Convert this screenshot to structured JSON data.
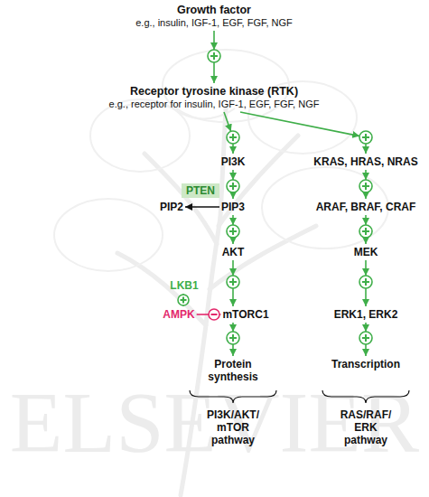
{
  "diagram": {
    "nodes": [
      {
        "text": [
          "Growth factor",
          "e.g., insulin, IGF-1, EGF, FGF, NGF"
        ]
      },
      {
        "text": [
          "Receptor tyrosine kinase (RTK)",
          "e.g., receptor for insulin, IGF-1, EGF, FGF, NGF"
        ]
      },
      {
        "text": [
          "PI3K"
        ]
      },
      {
        "text": [
          "KRAS, HRAS, NRAS"
        ]
      },
      {
        "text": [
          "PTEN"
        ]
      },
      {
        "text": [
          "PIP2"
        ]
      },
      {
        "text": [
          "PIP3"
        ]
      },
      {
        "text": [
          "ARAF, BRAF, CRAF"
        ]
      },
      {
        "text": [
          "AKT"
        ]
      },
      {
        "text": [
          "MEK"
        ]
      },
      {
        "text": [
          "LKB1"
        ]
      },
      {
        "text": [
          "AMPK"
        ]
      },
      {
        "text": [
          "mTORC1"
        ]
      },
      {
        "text": [
          "ERK1, ERK2"
        ]
      },
      {
        "text": [
          "Protein synthesis"
        ]
      },
      {
        "text": [
          "Transcription"
        ]
      }
    ],
    "edges": [
      {
        "from": 0,
        "to": 1,
        "arrow": "to"
      },
      {
        "from": 1,
        "to": 2,
        "arrow": "to"
      },
      {
        "from": 1,
        "to": 3,
        "arrow": "to"
      },
      {
        "from": 2,
        "to": 6,
        "arrow": "to"
      },
      {
        "from": 3,
        "to": 7,
        "arrow": "to"
      },
      {
        "from": 6,
        "to": 5,
        "arrow": "to"
      },
      {
        "from": 6,
        "to": 8,
        "arrow": "to"
      },
      {
        "from": 7,
        "to": 9,
        "arrow": "to"
      },
      {
        "from": 8,
        "to": 12,
        "arrow": "to"
      },
      {
        "from": 9,
        "to": 13,
        "arrow": "to"
      },
      {
        "from": 10,
        "to": 11,
        "arrow": "none"
      },
      {
        "from": 11,
        "to": 12,
        "arrow": "none"
      },
      {
        "from": 12,
        "to": 14,
        "arrow": "to"
      },
      {
        "from": 13,
        "to": 15,
        "arrow": "to"
      }
    ],
    "labels": [
      "PI3K/AKT/ mTOR pathway",
      "RAS/RAF/ ERK pathway",
      "ELSEVIER"
    ]
  }
}
